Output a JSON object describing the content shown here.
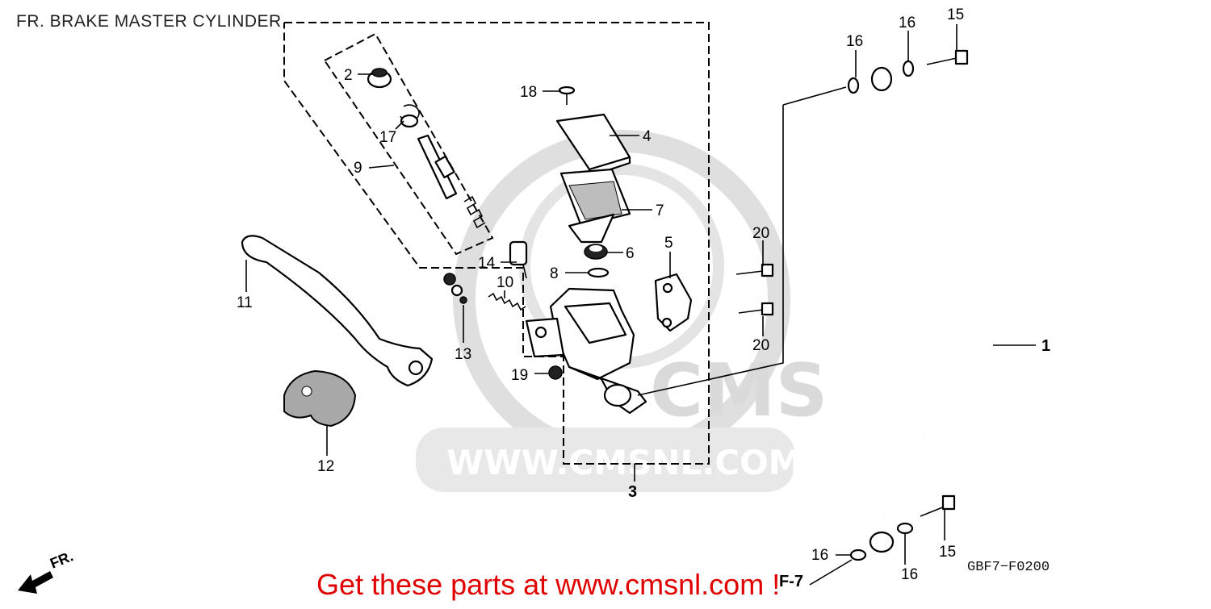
{
  "title": "FR. BRAKE MASTER CYLINDER",
  "diagram_code": "GBF7−F0200",
  "promo_text": "Get these parts at www.cmsnl.com !",
  "watermark": {
    "brand": "CMS",
    "url": "WWW.CMSNL.COM"
  },
  "direction_label": "FR.",
  "ref_label": "F-7",
  "callouts": {
    "p1": "1",
    "p2": "2",
    "p3": "3",
    "p4": "4",
    "p5": "5",
    "p6": "6",
    "p7": "7",
    "p8": "8",
    "p9": "9",
    "p10": "10",
    "p11": "11",
    "p12": "12",
    "p13": "13",
    "p14": "14",
    "p15a": "15",
    "p15b": "15",
    "p16a": "16",
    "p16b": "16",
    "p16c": "16",
    "p16d": "16",
    "p17": "17",
    "p18": "18",
    "p19": "19",
    "p20a": "20",
    "p20b": "20"
  },
  "colors": {
    "promo": "#e00000",
    "watermark": "#d6d6d6",
    "ink": "#000000"
  }
}
